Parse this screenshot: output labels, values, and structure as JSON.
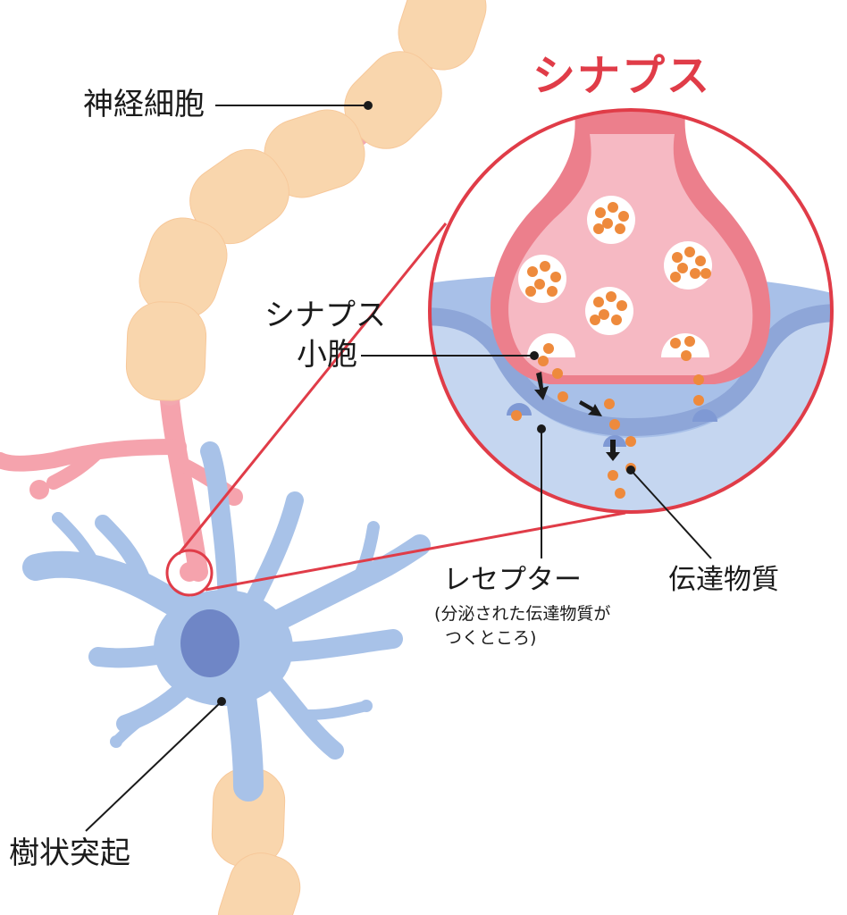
{
  "title": "シナプス",
  "labels": {
    "neuron": "神経細胞",
    "vesicle_line1": "シナプス",
    "vesicle_line2": "小胞",
    "receptor": "レセプター",
    "receptor_note_line1": "(分泌された伝達物質が",
    "receptor_note_line2": "つくところ)",
    "transmitter": "伝達物質",
    "dendrite": "樹状突起"
  },
  "colors": {
    "axon_segment": "#f9d6ad",
    "myelin_gap": "#f3a8b0",
    "axon_terminal": "#f5a3ad",
    "cell_body": "#a8c2e8",
    "nucleus": "#6f86c6",
    "highlight": "#e03c48",
    "terminal_outer": "#ec7f8c",
    "terminal_inner": "#f6b9c3",
    "postsynaptic": "#a8c0e8",
    "postsynaptic_light": "#c5d6f0",
    "membrane": "#8ea6d8",
    "neurotransmitter": "#ee8a3c"
  },
  "icons": [
    "arrow-icon"
  ]
}
